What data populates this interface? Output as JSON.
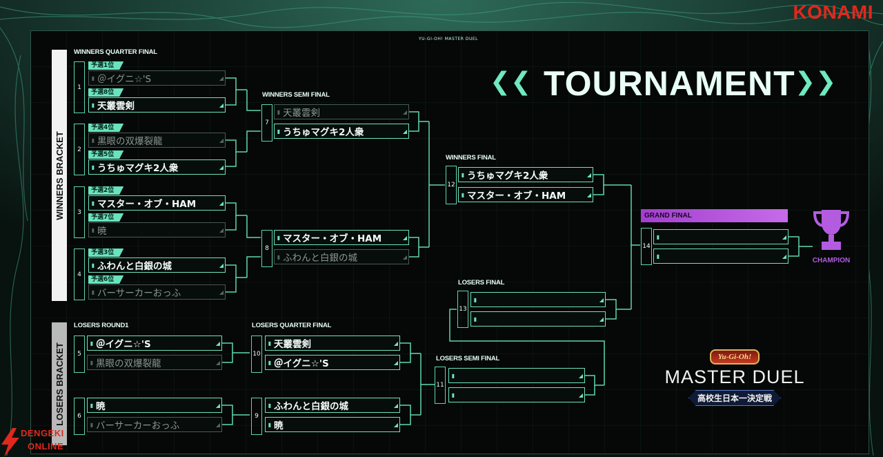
{
  "brand": {
    "konami": "KONAMI",
    "header_small": "YU-GI-OH! MASTER DUEL",
    "dengeki_top": "DENGEKI",
    "dengeki_bottom": "ONLINE"
  },
  "title": {
    "text": "TOURNAMENT",
    "chevron_left": "❮❮",
    "chevron_right": "❯❯"
  },
  "side": {
    "winners": "WINNERS BRACKET",
    "losers": "LOSERS BRACKET"
  },
  "sections": {
    "wqf": "WINNERS QUARTER FINAL",
    "wsf": "WINNERS SEMI FINAL",
    "wf": "WINNERS FINAL",
    "gf": "GRAND FINAL",
    "lr1": "LOSERS ROUND1",
    "lqf": "LOSERS QUARTER FINAL",
    "lsf": "LOSERS SEMI FINAL",
    "lf": "LOSERS FINAL"
  },
  "champion": "CHAMPION",
  "logo": {
    "ygo": "Yu-Gi-Oh!",
    "master_duel": "MASTER DUEL",
    "subtitle": "高校生日本一決定戦"
  },
  "matches": {
    "m1": {
      "num": "1",
      "p1": {
        "seed": "予選1位",
        "name": "＠イグニ☆'S"
      },
      "p2": {
        "seed": "予選8位",
        "name": "天叢雲剣"
      }
    },
    "m2": {
      "num": "2",
      "p1": {
        "seed": "予選4位",
        "name": "黒眼の双爆裂龍"
      },
      "p2": {
        "seed": "予選5位",
        "name": "うちゅマグキ2人衆"
      }
    },
    "m3": {
      "num": "3",
      "p1": {
        "seed": "予選2位",
        "name": "マスター・オブ・HAM"
      },
      "p2": {
        "seed": "予選7位",
        "name": "暁"
      }
    },
    "m4": {
      "num": "4",
      "p1": {
        "seed": "予選3位",
        "name": "ふわんと白銀の城"
      },
      "p2": {
        "seed": "予選6位",
        "name": "バーサーカーおっふ"
      }
    },
    "m7": {
      "num": "7",
      "p1": {
        "name": "天叢雲剣"
      },
      "p2": {
        "name": "うちゅマグキ2人衆"
      }
    },
    "m8": {
      "num": "8",
      "p1": {
        "name": "マスター・オブ・HAM"
      },
      "p2": {
        "name": "ふわんと白銀の城"
      }
    },
    "m12": {
      "num": "12",
      "p1": {
        "name": "うちゅマグキ2人衆"
      },
      "p2": {
        "name": "マスター・オブ・HAM"
      }
    },
    "m14": {
      "num": "14",
      "p1": {
        "name": ""
      },
      "p2": {
        "name": ""
      }
    },
    "m5": {
      "num": "5",
      "p1": {
        "name": "＠イグニ☆'S"
      },
      "p2": {
        "name": "黒眼の双爆裂龍"
      }
    },
    "m6": {
      "num": "6",
      "p1": {
        "name": "暁"
      },
      "p2": {
        "name": "バーサーカーおっふ"
      }
    },
    "m10": {
      "num": "10",
      "p1": {
        "name": "天叢雲剣"
      },
      "p2": {
        "name": "＠イグニ☆'S"
      }
    },
    "m9": {
      "num": "9",
      "p1": {
        "name": "ふわんと白銀の城"
      },
      "p2": {
        "name": "暁"
      }
    },
    "m11": {
      "num": "11",
      "p1": {
        "name": ""
      },
      "p2": {
        "name": ""
      }
    },
    "m13": {
      "num": "13",
      "p1": {
        "name": ""
      },
      "p2": {
        "name": ""
      }
    }
  },
  "colors": {
    "accent": "#6fe3bf",
    "grand_final": "#b45ce0",
    "brand_red": "#e1281d"
  }
}
